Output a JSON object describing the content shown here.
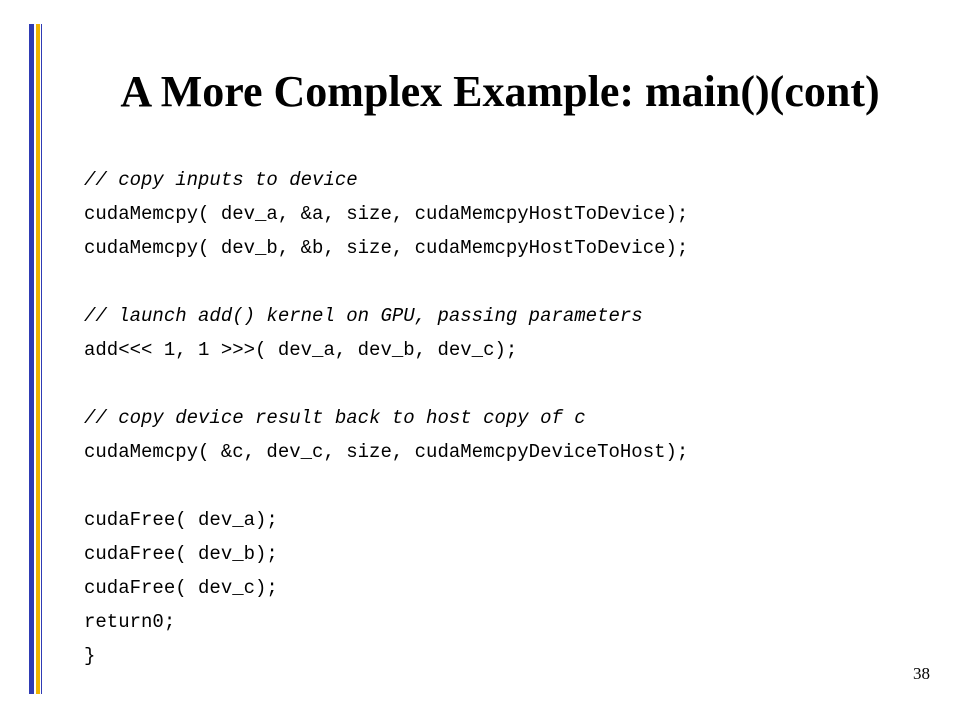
{
  "slide": {
    "title": "A More Complex Example: main()(cont)",
    "page_number": "38",
    "accent_colors": {
      "blue": "#2f3bb4",
      "gold": "#f0b400"
    }
  },
  "code": {
    "lines": [
      "// copy inputs to device",
      "cudaMemcpy( dev_a, &a, size, cudaMemcpyHostToDevice);",
      "cudaMemcpy( dev_b, &b, size, cudaMemcpyHostToDevice);",
      "",
      "// launch add() kernel on GPU, passing parameters",
      "add<<< 1, 1 >>>( dev_a, dev_b, dev_c);",
      "",
      "// copy device result back to host copy of c",
      "cudaMemcpy( &c, dev_c, size, cudaMemcpyDeviceToHost);",
      "",
      "cudaFree( dev_a);",
      "cudaFree( dev_b);",
      "cudaFree( dev_c);",
      "return0;",
      "}"
    ]
  }
}
